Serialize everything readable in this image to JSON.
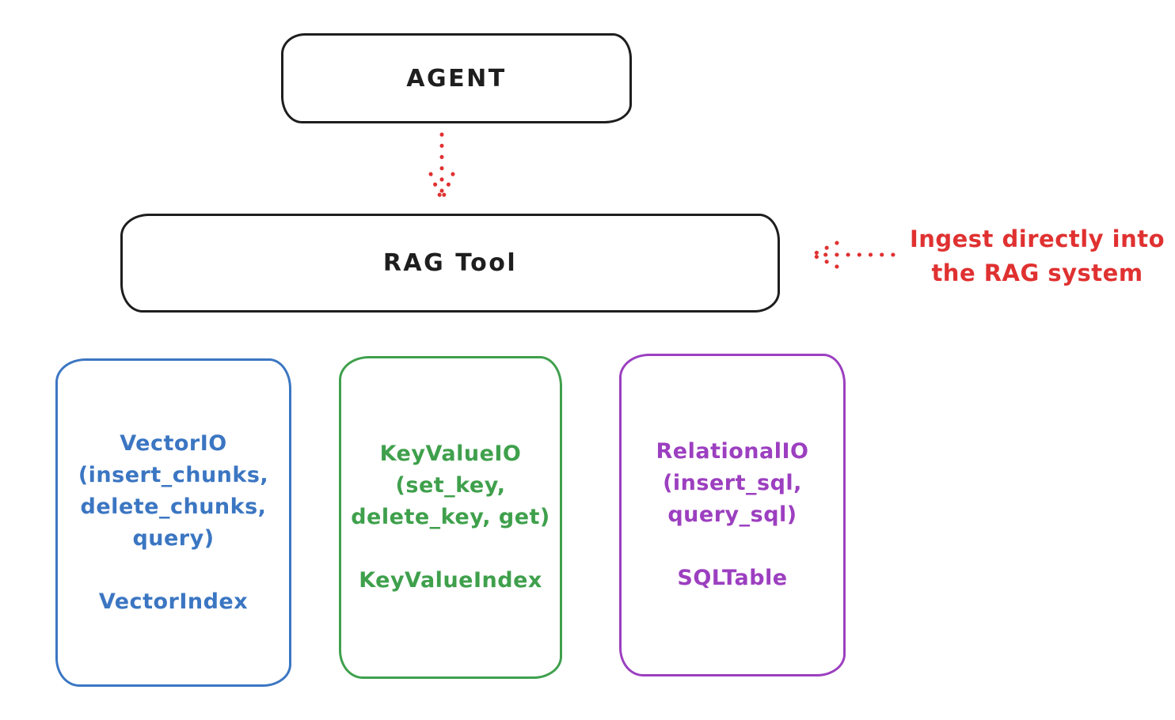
{
  "canvas": {
    "background": "#ffffff"
  },
  "colors": {
    "ink": "#1e1e1e",
    "red": "#e03131",
    "blue": "#3b76c2",
    "green": "#3fa04c",
    "purple": "#9c3fc0"
  },
  "agent_box": {
    "label": "AGENT"
  },
  "rag_box": {
    "label": "RAG Tool"
  },
  "ingest_note": {
    "line1": "Ingest directly into",
    "line2": "the RAG system",
    "color": "#e03131"
  },
  "arrows": {
    "agent_to_rag": {
      "style": "dotted",
      "color": "#e03131",
      "direction": "down"
    },
    "note_to_rag": {
      "style": "dotted",
      "color": "#e03131",
      "direction": "left"
    }
  },
  "io_boxes": [
    {
      "title": "VectorIO",
      "params_line1": "(insert_chunks,",
      "params_line2": "delete_chunks,",
      "params_line3": "query)",
      "index_label": "VectorIndex",
      "color": "#3b76c2"
    },
    {
      "title": "KeyValueIO",
      "params_line1": "(set_key,",
      "params_line2": "delete_key, get)",
      "index_label": "KeyValueIndex",
      "color": "#3fa04c"
    },
    {
      "title": "RelationalIO",
      "params_line1": "(insert_sql,",
      "params_line2": "query_sql)",
      "index_label": "SQLTable",
      "color": "#9c3fc0"
    }
  ]
}
